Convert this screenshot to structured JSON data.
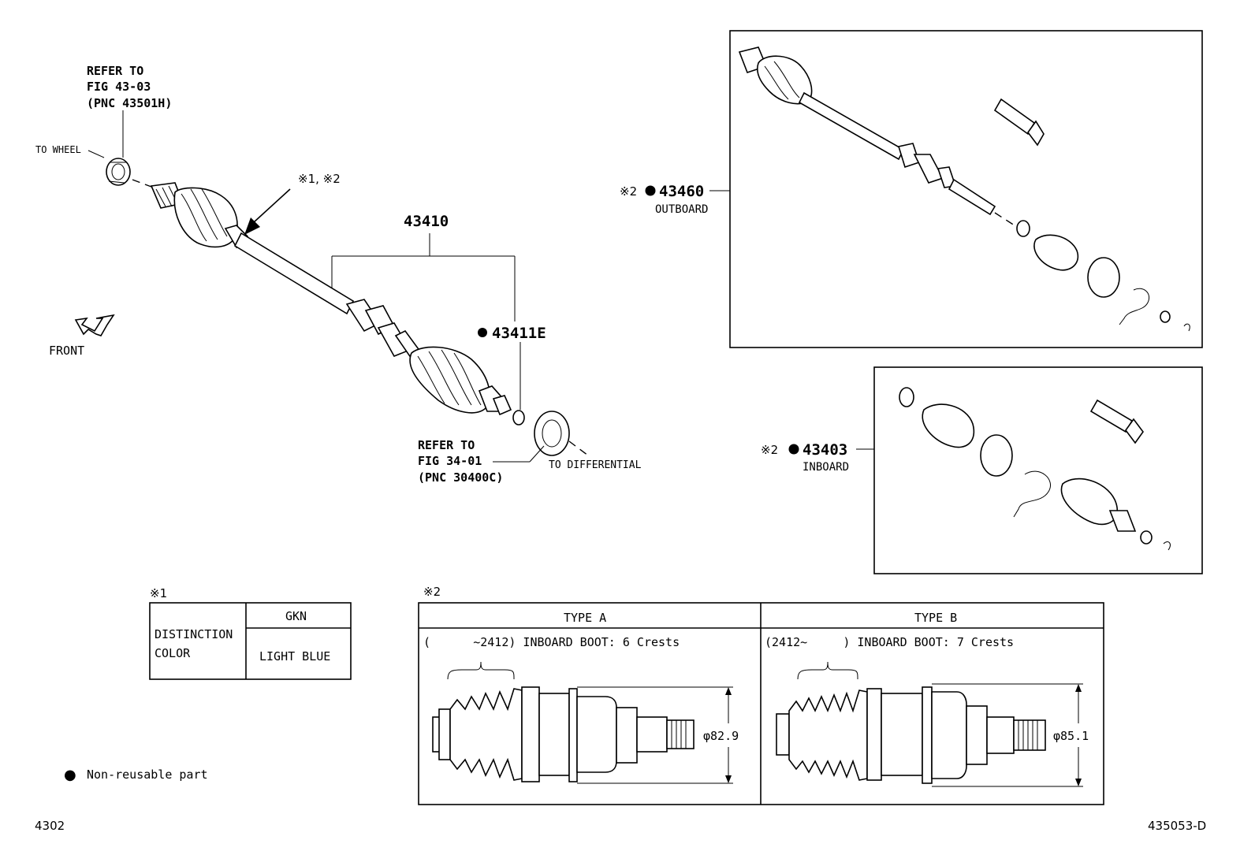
{
  "refer_wheel": {
    "l1": "REFER TO",
    "l2": "FIG 43-03",
    "l3": "(PNC 43501H)"
  },
  "refer_diff": {
    "l1": "REFER TO",
    "l2": "FIG 34-01",
    "l3": "(PNC 30400C)"
  },
  "to_wheel": "TO WHEEL",
  "to_differential": "TO DIFFERENTIAL",
  "front": "FRONT",
  "callout_arrow": "※1, ※2",
  "parts": {
    "p43410": "43410",
    "p43411e": "43411E",
    "p43460": "43460",
    "p43460_note": "OUTBOARD",
    "p43460_mark": "※2",
    "p43403": "43403",
    "p43403_note": "INBOARD",
    "p43403_mark": "※2"
  },
  "table1": {
    "mark": "※1",
    "row_label_1": "DISTINCTION",
    "row_label_2": "COLOR",
    "header": "GKN",
    "value": "LIGHT BLUE"
  },
  "table2": {
    "mark": "※2",
    "type_a": "TYPE A",
    "type_b": "TYPE B",
    "desc_a": "(      ~2412) INBOARD BOOT: 6 Crests",
    "desc_b": "(2412~     ) INBOARD BOOT: 7 Crests",
    "dim_a": "φ82.9",
    "dim_b": "φ85.1"
  },
  "legend": {
    "symbol": "●",
    "text": "Non-reusable part"
  },
  "footer_left": "4302",
  "footer_right": "435053-D"
}
